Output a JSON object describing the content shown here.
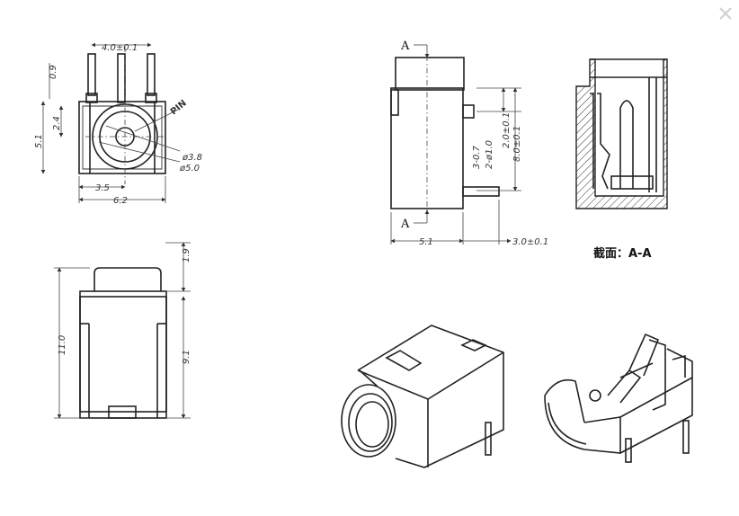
{
  "front_view": {
    "dims": {
      "pitch": "4.0±0.1",
      "pin_length": "0.9",
      "height": "5.1",
      "offset": "2.4",
      "pin_label": "PIN",
      "hole_dia": "ø3.8",
      "outer_dia": "ø5.0",
      "center_x": "3.5",
      "width": "6.2"
    }
  },
  "side_view": {
    "section_marker": "A",
    "dims": {
      "pin_offset": "3-0.7",
      "pin_dia": "2-ø1.0",
      "pin_pos": "2.0±0.1",
      "pin_span": "8.0±0.1",
      "depth": "5.1",
      "pin_len": "3.0±0.1"
    }
  },
  "section_view": {
    "caption": "截面：A-A"
  },
  "top_view": {
    "dims": {
      "top_height": "1.9",
      "total_length": "11.0",
      "body_length": "9.1"
    }
  },
  "window": {
    "close_icon": "close-icon",
    "accent": "#cfcfcf"
  }
}
